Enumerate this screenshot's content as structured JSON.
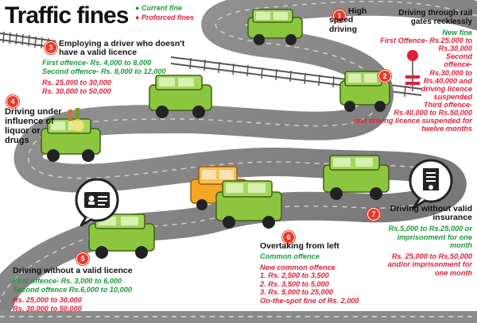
{
  "title": "Traffic fines",
  "legend": {
    "current": "Current fine",
    "proposed": "Proforced fines",
    "current_color": "#1a9a3a",
    "proposed_color": "#e0203a"
  },
  "items": [
    {
      "number": "1",
      "heading": [
        "High",
        "speed",
        "driving"
      ]
    },
    {
      "number": "2",
      "heading": [
        "Driving through rail",
        "gates recklessly"
      ],
      "lines": [
        {
          "text": "New fine",
          "tone": "green"
        },
        {
          "text": "First Offence- Rs.25,000 to",
          "tone": "red"
        },
        {
          "text": "Rs.30,000",
          "tone": "red"
        },
        {
          "text": "Second",
          "tone": "red"
        },
        {
          "text": "offence-",
          "tone": "red"
        },
        {
          "text": "Rs.30,000 to",
          "tone": "red"
        },
        {
          "text": "Rs.40,000 and",
          "tone": "red"
        },
        {
          "text": "driving licence",
          "tone": "red"
        },
        {
          "text": "suspended",
          "tone": "red"
        },
        {
          "text": "Third offence-",
          "tone": "red"
        },
        {
          "text": "Rs.40,000 to Rs.50,000",
          "tone": "red"
        },
        {
          "text": "and driving licence suspended for",
          "tone": "red"
        },
        {
          "text": "twelve months",
          "tone": "red"
        }
      ]
    },
    {
      "number": "3",
      "heading": [
        "Employing a driver who doesn't",
        "have a valid licence"
      ],
      "lines": [
        {
          "text": "First offence- Rs. 4,000 to 8,000",
          "tone": "green"
        },
        {
          "text": "Second offence- Rs. 8,000 to 12,000",
          "tone": "green"
        },
        {
          "text": "Rs. 25,000 to 30,000",
          "tone": "red"
        },
        {
          "text": "Rs. 30,000 to 50,000",
          "tone": "red"
        }
      ]
    },
    {
      "number": "4",
      "heading": [
        "Driving under",
        "influence of",
        "liquor or",
        "drugs"
      ]
    },
    {
      "number": "5",
      "heading": [
        "Driving without a valid licence"
      ],
      "lines": [
        {
          "text": "First offence- Rs. 3,000 to 6,000",
          "tone": "green"
        },
        {
          "text": "Second offence Rs.6,000 to 10,000",
          "tone": "green"
        },
        {
          "text": "Rs. 25,000 to 30,000",
          "tone": "red"
        },
        {
          "text": "Rs. 30,000 to 50,000",
          "tone": "red"
        }
      ]
    },
    {
      "number": "6",
      "heading": [
        "Overtaking from left"
      ],
      "lines": [
        {
          "text": "Common offence",
          "tone": "green"
        },
        {
          "text": "New common offence",
          "tone": "red"
        },
        {
          "text": "1. Rs. 2,500 to 3,500",
          "tone": "red"
        },
        {
          "text": "2. Rs. 3,500 to 5,000",
          "tone": "red"
        },
        {
          "text": "3. Rs. 5,000 to 25,000",
          "tone": "red"
        },
        {
          "text": "On-the-spot fine of Rs. 2,000",
          "tone": "red"
        }
      ]
    },
    {
      "number": "7",
      "heading": [
        "Driving without valid",
        "insurance"
      ],
      "lines": [
        {
          "text": "Rs.5,000 to Rs.25,000 or",
          "tone": "green"
        },
        {
          "text": "imprisonment for one",
          "tone": "green"
        },
        {
          "text": "month",
          "tone": "green"
        },
        {
          "text": "Rs. 25,000 to Rs.50,000",
          "tone": "red"
        },
        {
          "text": "and/or imprisonment for",
          "tone": "red"
        },
        {
          "text": "one month",
          "tone": "red"
        }
      ]
    }
  ],
  "illustrations": {
    "car_body": "#8cc63f",
    "car_dark": "#5e8f22",
    "orange_car": "#f5a623",
    "road": "#8c8c8c",
    "road_light": "#bfbfbf",
    "stop_sign": "#e0203a",
    "icons": [
      "licence-card-icon",
      "insurance-document-icon",
      "railway-track-icon",
      "stop-sign-icon",
      "jeep-icon",
      "liquor-bottles-icon"
    ]
  }
}
